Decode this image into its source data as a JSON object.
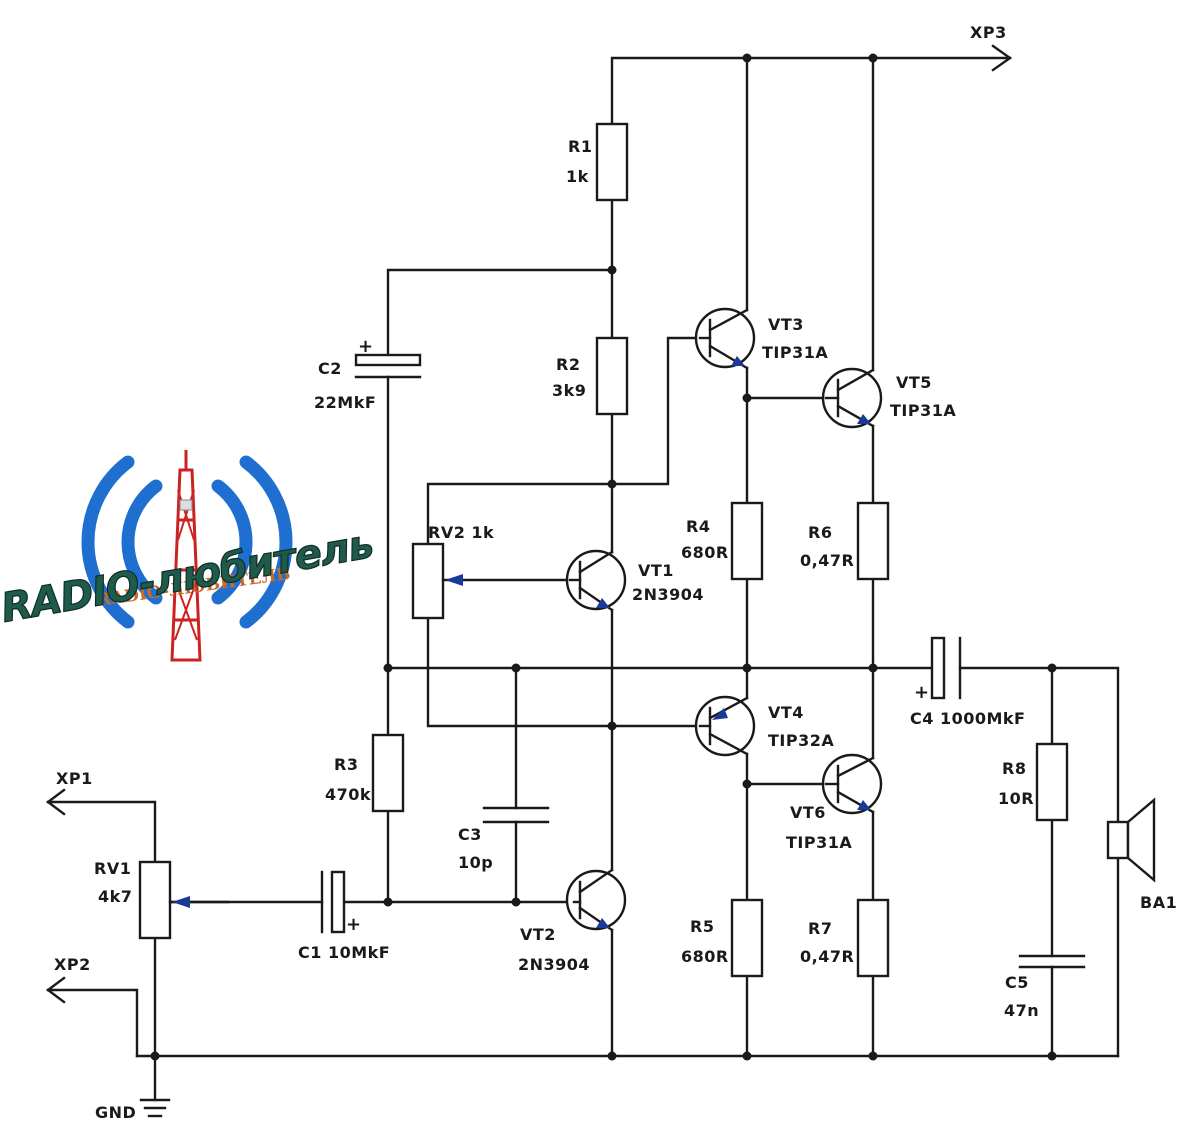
{
  "diagram": {
    "connectors": {
      "xp1": "XP1",
      "xp2": "XP2",
      "xp3": "XP3",
      "gnd": "GND",
      "ba1": "BA1"
    },
    "resistors": {
      "r1": {
        "ref": "R1",
        "value": "1k"
      },
      "r2": {
        "ref": "R2",
        "value": "3k9"
      },
      "r3": {
        "ref": "R3",
        "value": "470k"
      },
      "r4": {
        "ref": "R4",
        "value": "680R"
      },
      "r5": {
        "ref": "R5",
        "value": "680R"
      },
      "r6": {
        "ref": "R6",
        "value": "0,47R"
      },
      "r7": {
        "ref": "R7",
        "value": "0,47R"
      },
      "r8": {
        "ref": "R8",
        "value": "10R"
      }
    },
    "pots": {
      "rv1": {
        "ref": "RV1",
        "value": "4k7"
      },
      "rv2": {
        "label": "RV2  1k"
      }
    },
    "capacitors": {
      "c1": {
        "label": "C1  10MkF"
      },
      "c2": {
        "ref": "C2",
        "value": "22MkF"
      },
      "c3": {
        "ref": "C3",
        "value": "10p"
      },
      "c4": {
        "label": "C4  1000MkF"
      },
      "c5": {
        "ref": "C5",
        "value": "47n"
      }
    },
    "transistors": {
      "vt1": {
        "ref": "VT1",
        "type": "2N3904"
      },
      "vt2": {
        "ref": "VT2",
        "type": "2N3904"
      },
      "vt3": {
        "ref": "VT3",
        "type": "TIP31A"
      },
      "vt4": {
        "ref": "VT4",
        "type": "TIP32A"
      },
      "vt5": {
        "ref": "VT5",
        "type": "TIP31A"
      },
      "vt6": {
        "ref": "VT6",
        "type": "TIP31A"
      }
    }
  },
  "logo": {
    "text": "RADIO-любитель",
    "small_text": "RADIO-ЛЮБИТЕЛЬ"
  },
  "colors": {
    "wire": "#1a1a1a",
    "arrow": "#1a3a9a",
    "logo_blue": "#1f6fd0",
    "logo_text": "#1f5a4a"
  }
}
